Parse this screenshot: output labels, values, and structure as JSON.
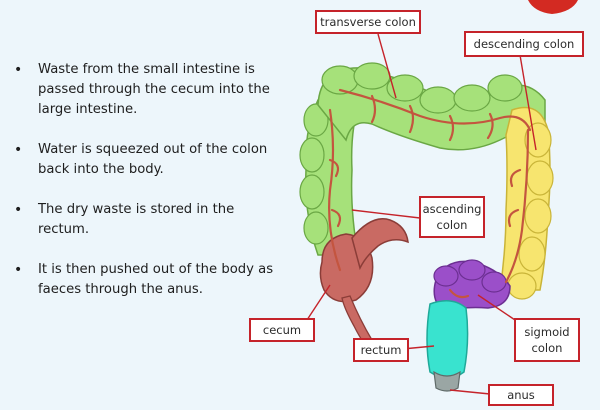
{
  "bullets": [
    "Waste from the small intestine is passed through the cecum into the large intestine.",
    "Water is squeezed out of the colon back into the body.",
    "The dry waste is stored in the rectum.",
    "It is then pushed out of the body as faeces through the anus."
  ],
  "labels": {
    "transverse_colon": "transverse colon",
    "descending_colon": "descending colon",
    "ascending_colon_line1": "ascending",
    "ascending_colon_line2": "colon",
    "cecum": "cecum",
    "sigmoid_colon_line1": "sigmoid",
    "sigmoid_colon_line2": "colon",
    "rectum": "rectum",
    "anus": "anus"
  },
  "colors": {
    "background": "#edf6fb",
    "label_border": "#c5232a",
    "transverse_green": "#a6e17a",
    "descending_yellow": "#f7e56f",
    "cecum_red": "#c96a63",
    "sigmoid_purple": "#9b4fc9",
    "rectum_cyan": "#39e3cf",
    "vessel": "#c4553f"
  }
}
